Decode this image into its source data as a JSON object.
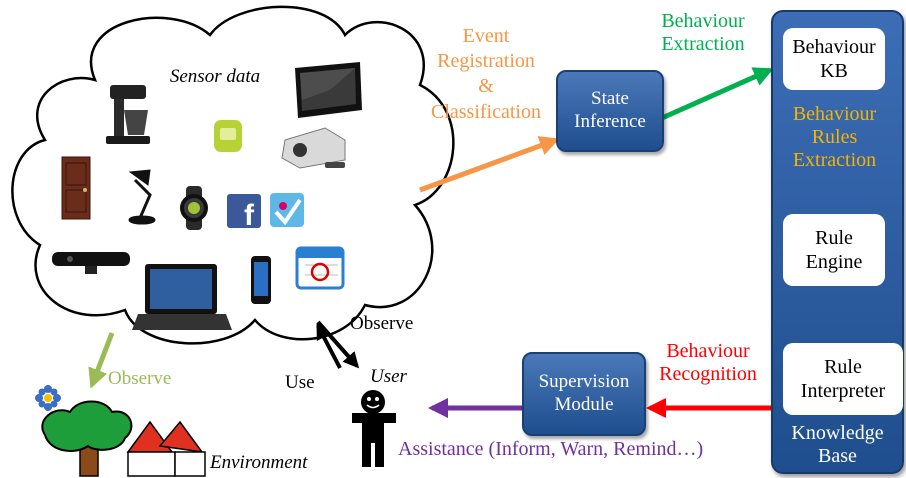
{
  "cloud": {
    "label": "Sensor data"
  },
  "environment": {
    "label": "Environment",
    "observe_label": "Observe"
  },
  "user": {
    "label": "User",
    "use_label": "Use",
    "observe_label": "Observe"
  },
  "event_registration": {
    "label_lines": [
      "Event",
      "Registration",
      "&",
      "Classification"
    ]
  },
  "state_inference": {
    "label_lines": [
      "State",
      "Inference"
    ]
  },
  "behaviour_extraction": {
    "label_lines": [
      "Behaviour",
      "Extraction"
    ]
  },
  "knowledge_base": {
    "label_lines": [
      "Knowledge",
      "Base"
    ],
    "behaviour_kb": {
      "label_lines": [
        "Behaviour",
        "KB"
      ]
    },
    "rules_extraction": {
      "label_lines": [
        "Behaviour",
        "Rules",
        "Extraction"
      ]
    },
    "rule_engine": {
      "label_lines": [
        "Rule",
        "Engine"
      ]
    },
    "rule_interpreter": {
      "label_lines": [
        "Rule",
        "Interpreter"
      ]
    }
  },
  "behaviour_recognition": {
    "label_lines": [
      "Behaviour",
      "Recognition"
    ]
  },
  "supervision_module": {
    "label_lines": [
      "Supervision",
      "Module"
    ]
  },
  "assistance": {
    "label": "Assistance (Inform, Warn, Remind…)"
  },
  "colors": {
    "orange": "#f79646",
    "green": "#00b050",
    "yellow_orange": "#f5b400",
    "red": "#ff0000",
    "purple": "#7030a0",
    "olive": "#9bbb59",
    "kb_blue": "#1f4e8e"
  },
  "icons": [
    "coffee-maker-icon",
    "tablet-icon",
    "pedometer-icon",
    "projector-icon",
    "door-icon",
    "desk-lamp-icon",
    "watch-icon",
    "facebook-icon",
    "foursquare-icon",
    "kinect-icon",
    "laptop-icon",
    "smartphone-icon",
    "calendar-icon",
    "tree-icon",
    "flower-icon",
    "house-icon",
    "stick-figure-user-icon"
  ]
}
